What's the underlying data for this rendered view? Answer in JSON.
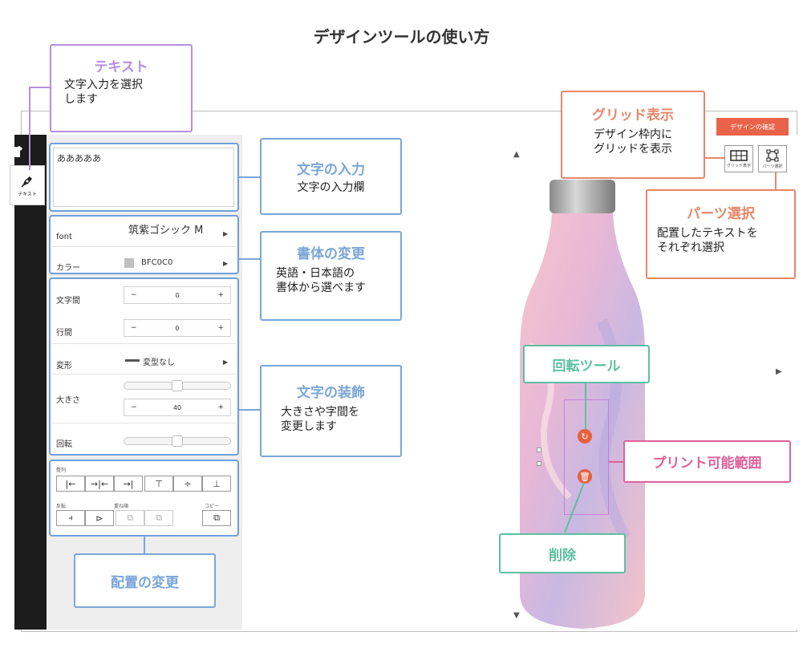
{
  "title": "デザインツールの使い方",
  "sidebar": {
    "text_tab_label": "テキスト"
  },
  "panel": {
    "text_value": "あああああ",
    "font_label": "font",
    "font_value": "筑紫ゴシック M",
    "color_label": "カラー",
    "color_value": "BFC0C0",
    "color_swatch": "#BFC0C0",
    "letter_spacing_label": "文字間",
    "letter_spacing_value": "0",
    "line_spacing_label": "行間",
    "line_spacing_value": "0",
    "transform_label": "変形",
    "transform_value": "変型なし",
    "size_label": "大きさ",
    "size_value": "40",
    "rotate_label": "回転",
    "align_label": "整列",
    "flip_label": "反転",
    "order_label": "重ね順",
    "copy_label": "コピー",
    "minus": "−",
    "plus": "+"
  },
  "canvas": {
    "confirm_button": "デザインの確認",
    "grid_button_label": "グリッド表示",
    "parts_button_label": "パーツ選択"
  },
  "callouts": {
    "text": {
      "head": "テキスト",
      "body": [
        "文字入力を選択",
        "します"
      ]
    },
    "input": {
      "head": "文字の入力",
      "body": [
        "文字の入力欄"
      ]
    },
    "font": {
      "head": "書体の変更",
      "body": [
        "英語・日本語の",
        "書体から選べます"
      ]
    },
    "decoration": {
      "head": "文字の装飾",
      "body": [
        "大きさや字間を",
        "変更します"
      ]
    },
    "layout": {
      "head": "配置の変更"
    },
    "grid": {
      "head": "グリッド表示",
      "body": [
        "デザイン枠内に",
        "グリッドを表示"
      ]
    },
    "parts": {
      "head": "パーツ選択",
      "body": [
        "配置したテキストを",
        "それぞれ選択"
      ]
    },
    "rotate": {
      "head": "回転ツール"
    },
    "print": {
      "head": "プリント可能範囲"
    },
    "delete": {
      "head": "削除"
    }
  },
  "colors": {
    "purple": "#B78EE0",
    "blue": "#7AA6D8",
    "orange": "#E8866A",
    "green": "#5CC0A0",
    "pink": "#E0609A",
    "accent": "#E8634A"
  }
}
